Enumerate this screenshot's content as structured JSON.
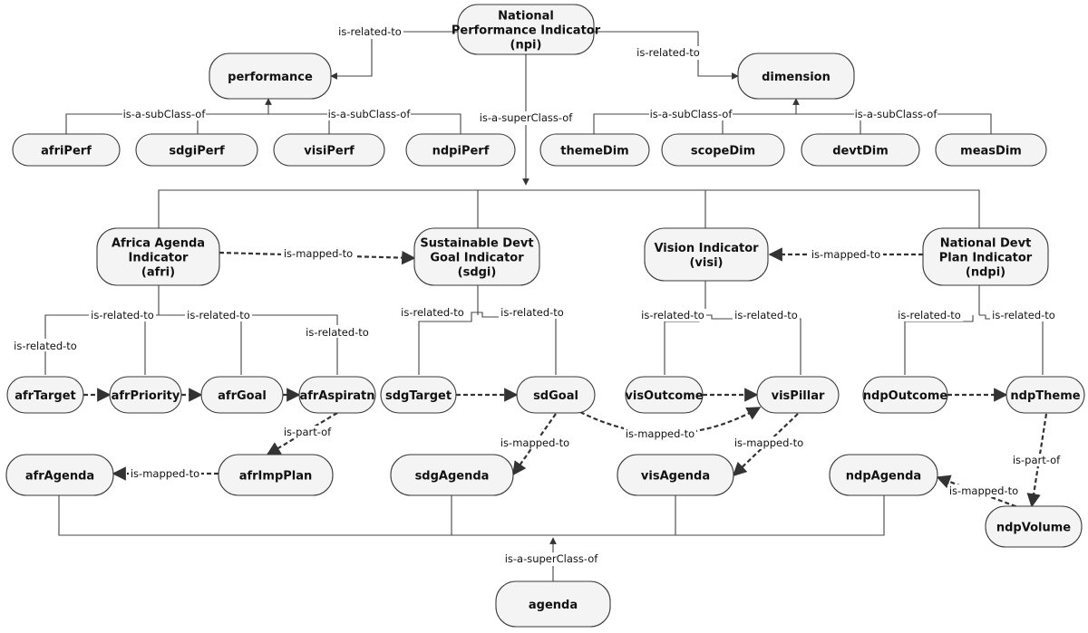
{
  "nodes": {
    "npi": [
      "National",
      "Performance Indicator",
      "(npi)"
    ],
    "performance": [
      "performance"
    ],
    "dimension": [
      "dimension"
    ],
    "afriPerf": [
      "afriPerf"
    ],
    "sdgiPerf": [
      "sdgiPerf"
    ],
    "visiPerf": [
      "visiPerf"
    ],
    "ndpiPerf": [
      "ndpiPerf"
    ],
    "themeDim": [
      "themeDim"
    ],
    "scopeDim": [
      "scopeDim"
    ],
    "devtDim": [
      "devtDim"
    ],
    "measDim": [
      "measDim"
    ],
    "afri": [
      "Africa Agenda",
      "Indicator",
      "(afri)"
    ],
    "sdgi": [
      "Sustainable Devt",
      "Goal Indicator",
      "(sdgi)"
    ],
    "visi": [
      "Vision Indicator",
      "(visi)"
    ],
    "ndpi": [
      "National Devt",
      "Plan Indicator",
      "(ndpi)"
    ],
    "afrTarget": [
      "afrTarget"
    ],
    "afrPriority": [
      "afrPriority"
    ],
    "afrGoal": [
      "afrGoal"
    ],
    "afrAspiratn": [
      "afrAspiratn"
    ],
    "sdgTarget": [
      "sdgTarget"
    ],
    "sdGoal": [
      "sdGoal"
    ],
    "visOutcome": [
      "visOutcome"
    ],
    "visPillar": [
      "visPillar"
    ],
    "ndpOutcome": [
      "ndpOutcome"
    ],
    "ndpTheme": [
      "ndpTheme"
    ],
    "afrAgenda": [
      "afrAgenda"
    ],
    "afrImpPlan": [
      "afrImpPlan"
    ],
    "sdgAgenda": [
      "sdgAgenda"
    ],
    "visAgenda": [
      "visAgenda"
    ],
    "ndpAgenda": [
      "ndpAgenda"
    ],
    "ndpVolume": [
      "ndpVolume"
    ],
    "agenda": [
      "agenda"
    ]
  },
  "edge_labels": {
    "npi_performance": "is-related-to",
    "npi_dimension": "is-related-to",
    "npi_subclasses": "is-a-superClass-of",
    "perf_sub_left": "is-a-subClass-of",
    "perf_sub_right": "is-a-subClass-of",
    "dim_sub_left": "is-a-subClass-of",
    "dim_sub_right": "is-a-subClass-of",
    "afri_sdgi": "is-mapped-to",
    "ndpi_visi": "is-mapped-to",
    "afri_target": "is-related-to",
    "afri_target_side": "is-related-to",
    "afri_goal": "is-related-to",
    "afri_aspiratn": "is-related-to",
    "sdgi_target": "is-related-to",
    "sdgi_goal": "is-related-to",
    "visi_outcome": "is-related-to",
    "visi_pillar": "is-related-to",
    "ndpi_outcome": "is-related-to",
    "ndpi_theme": "is-related-to",
    "aspiratn_impplan": "is-part-of",
    "impplan_agenda": "is-mapped-to",
    "sdgoal_agenda": "is-mapped-to",
    "sdgoal_vispillar": "is-mapped-to",
    "vispillar_agenda": "is-mapped-to",
    "ndptheme_volume": "is-part-of",
    "ndpvolume_agenda": "is-mapped-to",
    "agenda_super": "is-a-superClass-of"
  }
}
